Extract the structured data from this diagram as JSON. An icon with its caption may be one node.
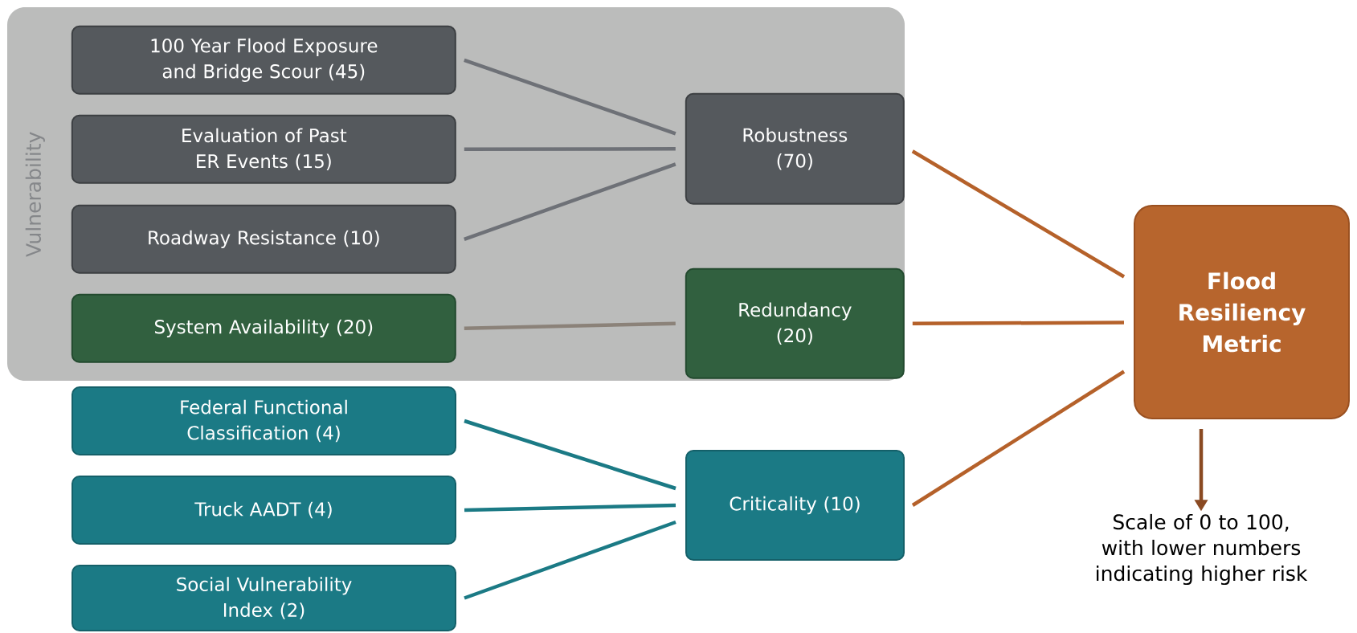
{
  "diagram": {
    "nodes": [
      {
        "text": [
          "Vulnerability"
        ]
      },
      {
        "text": [
          "100 Year Flood Exposure and Bridge Scour (45)"
        ],
        "in": 0
      },
      {
        "text": [
          "Evaluation of Past ER Events (15)"
        ],
        "in": 0
      },
      {
        "text": [
          "Roadway Resistance (10)"
        ],
        "in": 0
      },
      {
        "text": [
          "System Availability (20)"
        ],
        "in": 0
      },
      {
        "text": [
          "Robustness (70)"
        ],
        "in": 0
      },
      {
        "text": [
          "Redundancy (20)"
        ],
        "in": 0
      },
      {
        "text": [
          "Federal Functional Classification (4)"
        ]
      },
      {
        "text": [
          "Truck AADT (4)"
        ]
      },
      {
        "text": [
          "Social Vulnerability Index (2)"
        ]
      },
      {
        "text": [
          "Criticality (10)"
        ]
      },
      {
        "text": [
          "Flood Resiliency Metric"
        ]
      },
      {
        "text": [
          "Scale of 0 to 100, with lower numbers indicating higher risk"
        ]
      }
    ],
    "edges": [
      {
        "from": 1,
        "to": 5,
        "arrow": "none",
        "color": "#6e7177"
      },
      {
        "from": 2,
        "to": 5,
        "arrow": "none",
        "color": "#6e7177"
      },
      {
        "from": 3,
        "to": 5,
        "arrow": "none",
        "color": "#6e7177"
      },
      {
        "from": 4,
        "to": 6,
        "arrow": "none",
        "color": "#8b8279"
      },
      {
        "from": 7,
        "to": 10,
        "arrow": "none",
        "color": "#1b7a85"
      },
      {
        "from": 8,
        "to": 10,
        "arrow": "none",
        "color": "#1b7a85"
      },
      {
        "from": 9,
        "to": 10,
        "arrow": "none",
        "color": "#1b7a85"
      },
      {
        "from": 5,
        "to": 11,
        "arrow": "none",
        "color": "#b5612a"
      },
      {
        "from": 6,
        "to": 11,
        "arrow": "none",
        "color": "#b5612a"
      },
      {
        "from": 10,
        "to": 11,
        "arrow": "none",
        "color": "#b5612a"
      },
      {
        "from": 11,
        "to": 12,
        "arrow": "to",
        "color": "#8a4a22"
      }
    ]
  }
}
